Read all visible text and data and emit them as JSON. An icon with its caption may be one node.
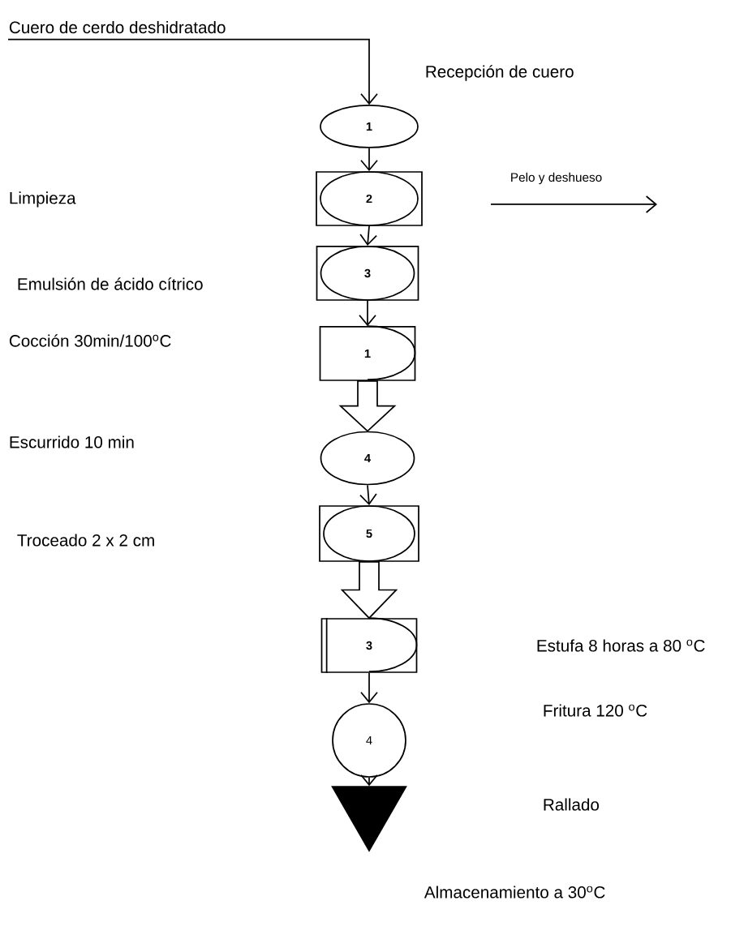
{
  "diagram": {
    "nodes": [
      {
        "text": [
          "Cuero de cerdo deshidratado"
        ]
      },
      {
        "text": [
          "1"
        ]
      },
      {
        "text": [
          "2"
        ]
      },
      {
        "text": [
          "3"
        ]
      },
      {
        "text": [
          "1"
        ]
      },
      {
        "text": [
          "4"
        ]
      },
      {
        "text": [
          "5"
        ]
      },
      {
        "text": [
          "3"
        ]
      },
      {
        "text": [
          "4"
        ]
      },
      {
        "text": [],
        "shape": "triangle"
      }
    ],
    "edges": [
      {
        "from": 0,
        "to": 1,
        "arrow": "to"
      },
      {
        "from": 1,
        "to": 2,
        "arrow": "to"
      },
      {
        "from": 2,
        "to": 3,
        "arrow": "to"
      },
      {
        "from": 3,
        "to": 4,
        "arrow": "to"
      },
      {
        "from": 4,
        "to": 5,
        "arrow": "to",
        "style": "thick"
      },
      {
        "from": 5,
        "to": 6,
        "arrow": "to"
      },
      {
        "from": 6,
        "to": 7,
        "arrow": "to",
        "style": "thick"
      },
      {
        "from": 7,
        "to": 8,
        "arrow": "to"
      },
      {
        "from": 8,
        "to": 9,
        "arrow": "to"
      }
    ],
    "labels": [
      "Recepción de cuero",
      "Limpieza",
      "Pelo y deshueso",
      "Emulsión de ácido cítrico",
      "Cocción 30min/100$^{o}$C",
      "Escurrido 10 min",
      "Troceado 2 x 2 cm",
      "Estufa 8 horas a 80 $^{o}$C",
      "Fritura 120 $^{o}$C",
      "Rallado",
      "Almacenamiento a 30$^{o}$C"
    ]
  }
}
